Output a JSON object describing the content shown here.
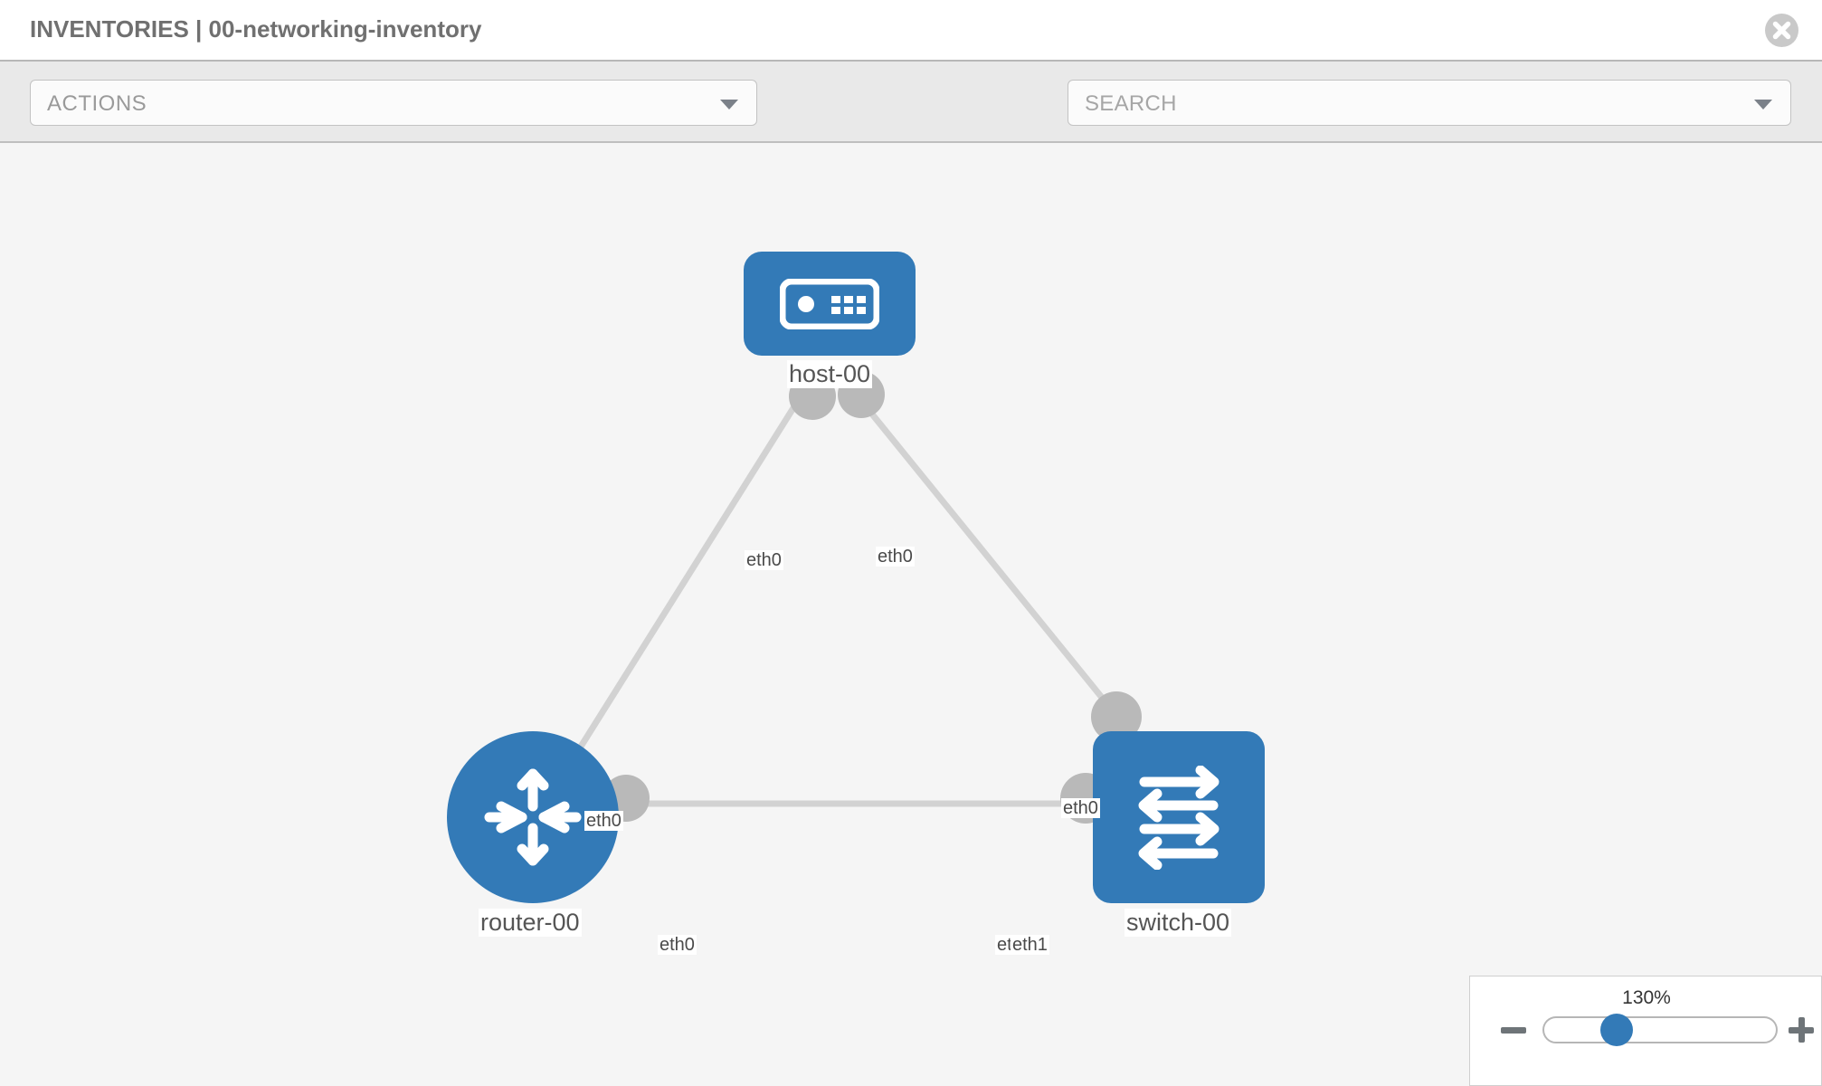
{
  "header": {
    "title": "INVENTORIES | 00-networking-inventory",
    "close_icon": "close-circle-icon"
  },
  "toolbar": {
    "actions_label": "ACTIONS",
    "actions_caret_icon": "chevron-down-icon",
    "wrench_icon": "wrench-icon",
    "key_icon": "key-icon",
    "search_placeholder": "SEARCH",
    "search_caret_icon": "chevron-down-icon"
  },
  "topology": {
    "nodes": [
      {
        "id": "host-00",
        "label": "host-00",
        "icon": "server-icon",
        "shape": "rounded",
        "color": "#337ab7"
      },
      {
        "id": "router-00",
        "label": "router-00",
        "icon": "router-icon",
        "shape": "circle",
        "color": "#337ab7"
      },
      {
        "id": "switch-00",
        "label": "switch-00",
        "icon": "switch-icon",
        "shape": "rounded",
        "color": "#337ab7"
      }
    ],
    "edges": [
      {
        "from": "host-00",
        "to": "router-00",
        "from_label": "eth0",
        "to_label": "eth0"
      },
      {
        "from": "host-00",
        "to": "switch-00",
        "from_label": "eth0",
        "to_label": "eth0"
      },
      {
        "from": "router-00",
        "to": "switch-00",
        "from_label": "eth0",
        "to_label_a": "eth0",
        "to_label_b": "eth1"
      }
    ],
    "edge_labels": {
      "host_left": "eth0",
      "host_right": "eth0",
      "router_upper": "eth0",
      "switch_upper": "eth0",
      "router_right": "eth0",
      "switch_left_a": "eth0",
      "switch_left_b": "eth1"
    }
  },
  "zoom_control": {
    "value": "130%",
    "minus_label": "−",
    "plus_label": "+"
  }
}
